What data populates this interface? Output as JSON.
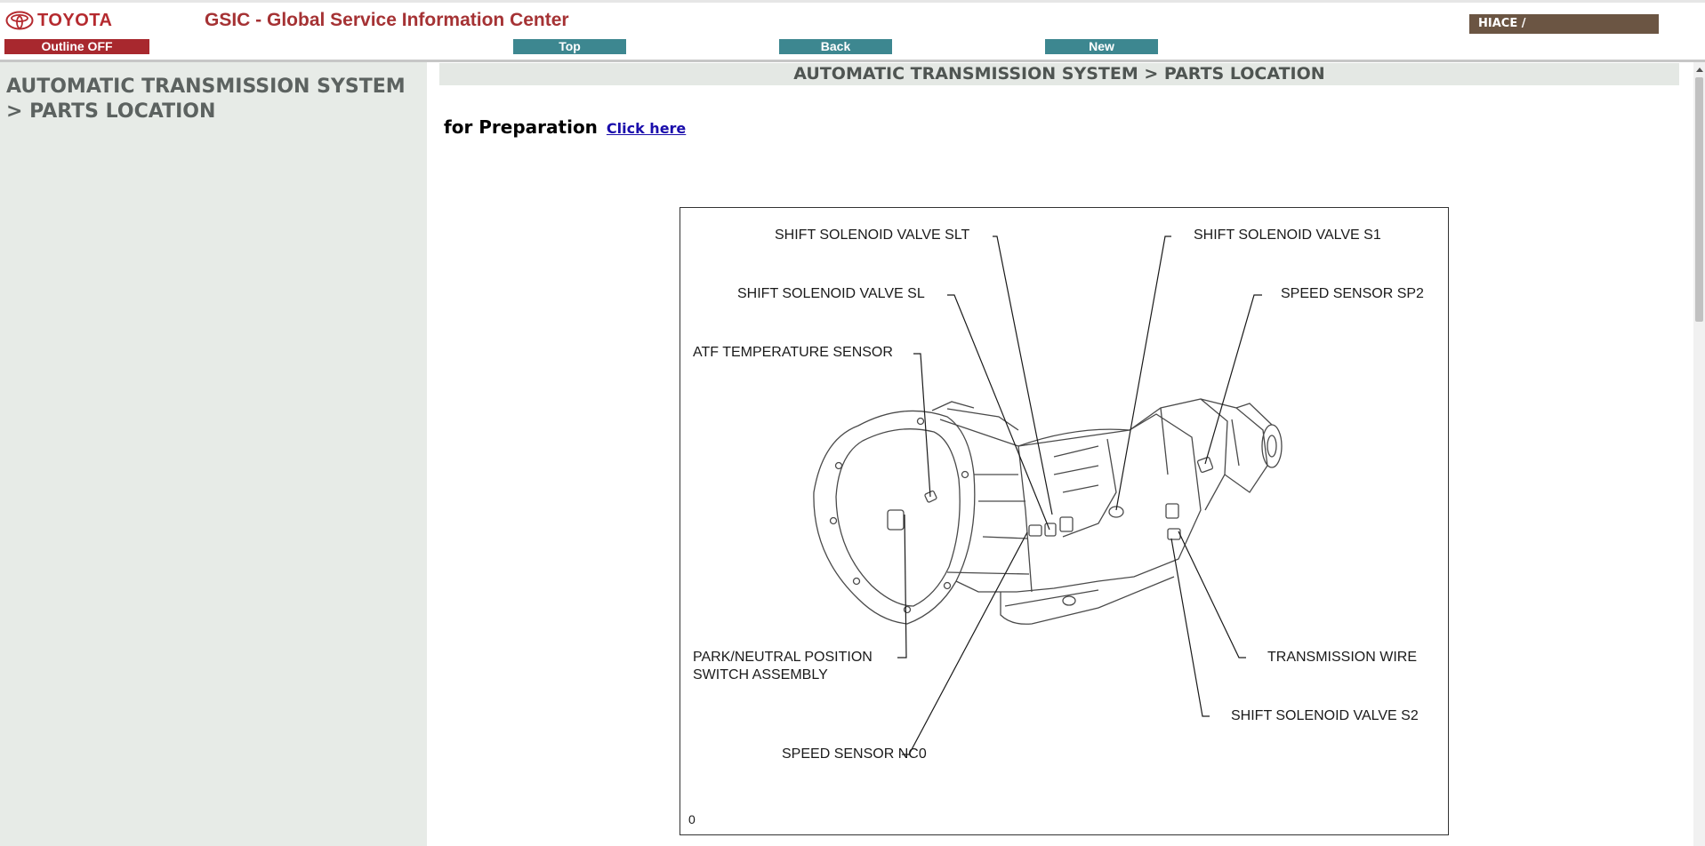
{
  "header": {
    "brand": "TOYOTA",
    "app_title": "GSIC - Global Service Information Center",
    "vehicle": "HIACE /",
    "buttons": {
      "outline": "Outline OFF",
      "top": "Top",
      "back": "Back",
      "new": "New"
    },
    "colors": {
      "brand_red": "#b52a2f",
      "teal_button": "#3d8790",
      "vehicle_badge": "#6b5543"
    }
  },
  "sidebar": {
    "title_line1": "AUTOMATIC TRANSMISSION SYSTEM",
    "title_line2": "> PARTS LOCATION"
  },
  "main": {
    "section_title": "AUTOMATIC TRANSMISSION SYSTEM > PARTS LOCATION",
    "prep_text": "for Preparation",
    "prep_link": "Click here",
    "figure": {
      "figure_id": "0",
      "callouts": {
        "slt": "SHIFT SOLENOID VALVE SLT",
        "s1": "SHIFT SOLENOID VALVE S1",
        "sl": "SHIFT SOLENOID VALVE SL",
        "sp2": "SPEED SENSOR SP2",
        "atf": "ATF TEMPERATURE SENSOR",
        "park": "PARK/NEUTRAL POSITION\nSWITCH ASSEMBLY",
        "wire": "TRANSMISSION WIRE",
        "s2": "SHIFT SOLENOID VALVE S2",
        "nc0": "SPEED SENSOR NC0"
      }
    }
  },
  "icons": {
    "brand_logo": "toyota-emblem-icon",
    "scroll_up": "scroll-up-arrow-icon"
  }
}
